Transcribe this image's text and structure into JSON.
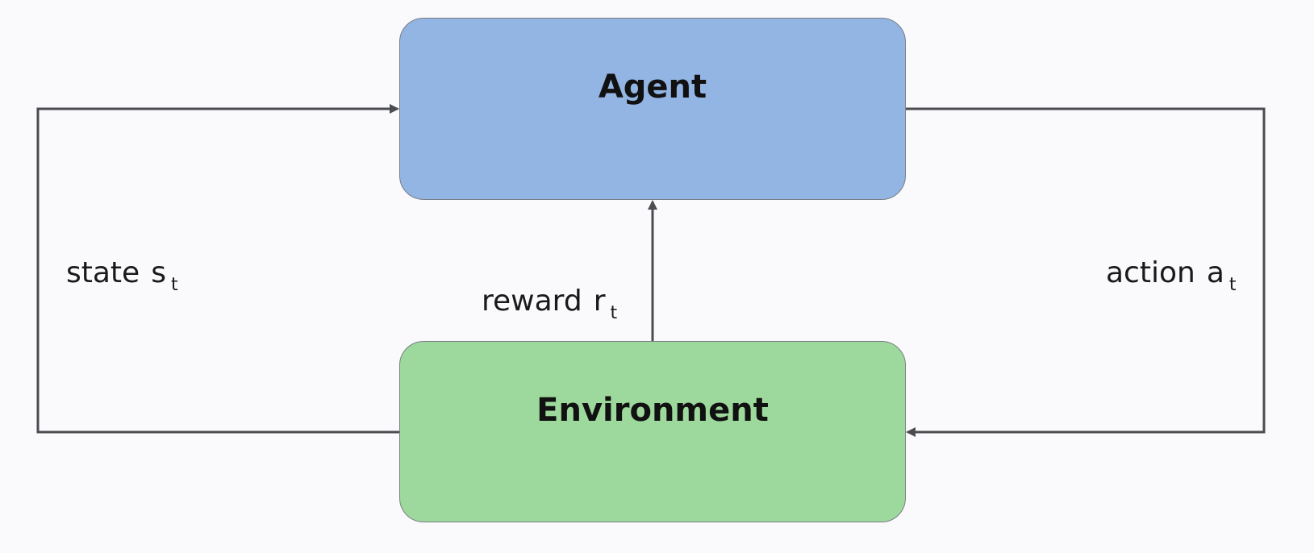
{
  "agent": {
    "label": "Agent",
    "fill": "#92b5e3"
  },
  "environment": {
    "label": "Environment",
    "fill": "#9dd99c"
  },
  "edges": {
    "state": {
      "word": "state",
      "symbol": "s",
      "subscript": "t"
    },
    "reward": {
      "word": "reward",
      "symbol": "r",
      "subscript": "t"
    },
    "action": {
      "word": "action",
      "symbol": "a",
      "subscript": "t"
    }
  },
  "line_color": "#4a4c50"
}
